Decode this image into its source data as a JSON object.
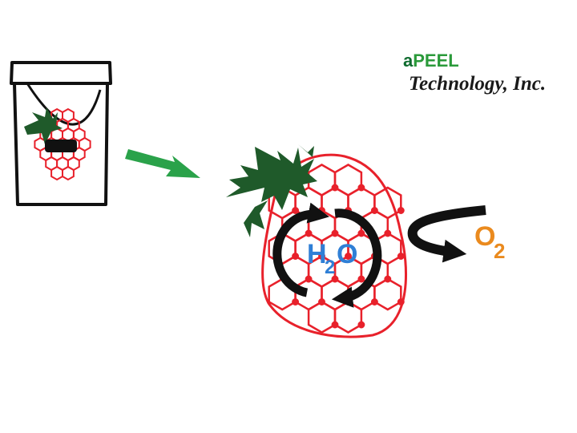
{
  "logo": {
    "prefix": "a",
    "brand": "PEEL",
    "line2": "Technology, Inc.",
    "prefix_color": "#0e6b2e",
    "brand_color": "#2a9a3a"
  },
  "molecules": {
    "water": {
      "h": "H",
      "sub": "2",
      "o": "O",
      "color": "#2f7fd6"
    },
    "oxygen": {
      "o": "O",
      "sub": "2",
      "color": "#ea8a1e"
    }
  },
  "colors": {
    "strawberry_mesh": "#e8212b",
    "leaves": "#1f5a2a",
    "flow_arrow": "#2aa24a",
    "cycle_arrows": "#111111",
    "bucket_outline": "#111111"
  },
  "icons": [
    "bucket-icon",
    "small-strawberry-icon",
    "green-arrow-icon",
    "large-strawberry-icon",
    "cycle-arrows-icon",
    "exit-arrow-icon"
  ]
}
